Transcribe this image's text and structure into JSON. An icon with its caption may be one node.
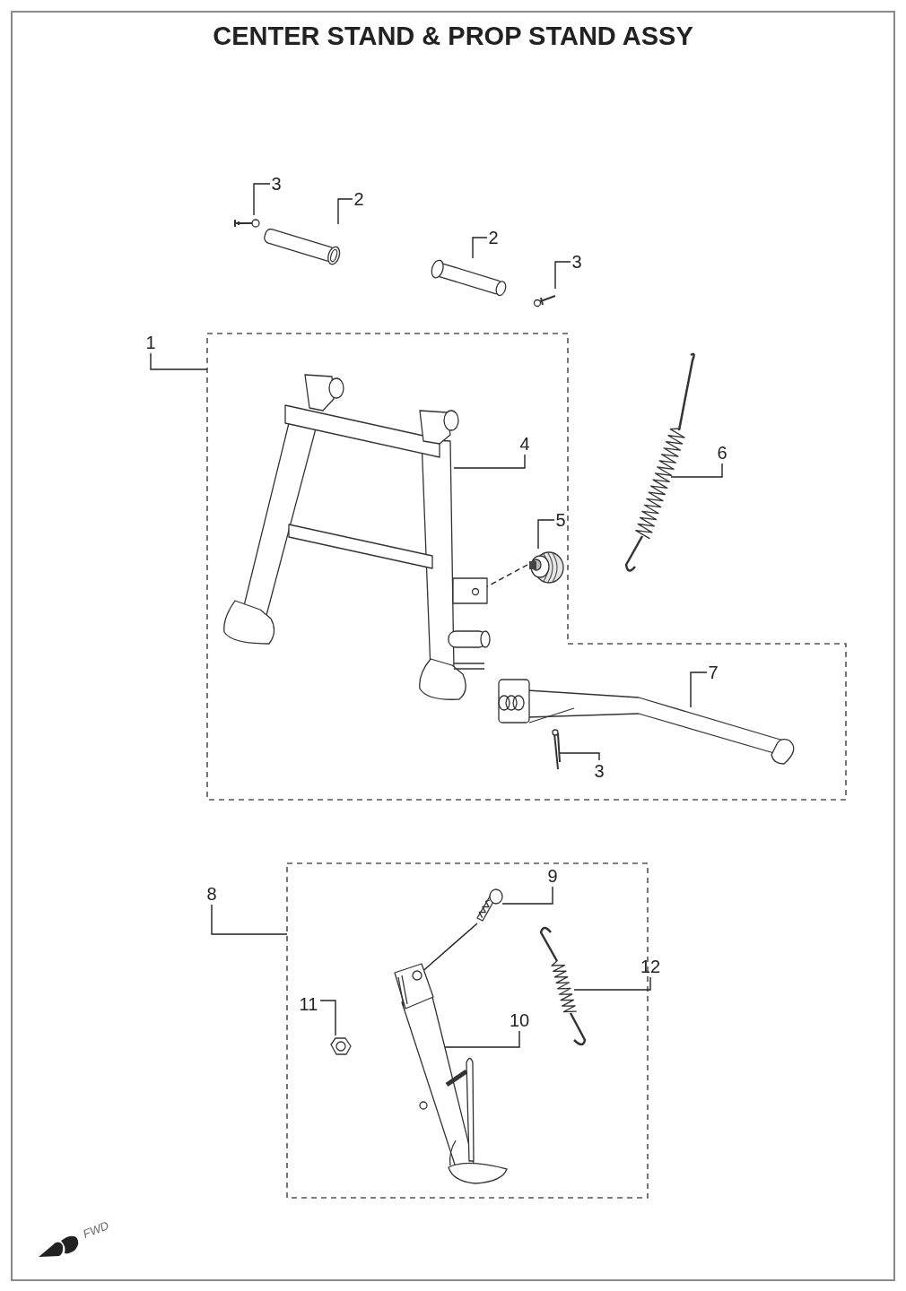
{
  "diagram": {
    "title": "CENTER STAND & PROP STAND ASSY",
    "nodes": [
      {
        "text": [
          "3"
        ]
      },
      {
        "text": [],
        "shape": "picture"
      },
      {
        "text": [
          "2"
        ]
      },
      {
        "text": [],
        "shape": "picture"
      },
      {
        "text": [
          "2"
        ]
      },
      {
        "text": [],
        "shape": "picture"
      },
      {
        "text": [
          "3"
        ]
      },
      {
        "text": [],
        "shape": "picture"
      },
      {
        "text": [
          "1"
        ]
      },
      {
        "text": [],
        "shape": "box"
      },
      {
        "text": [],
        "shape": "picture",
        "in": 9
      },
      {
        "text": [
          "4"
        ],
        "in": 9
      },
      {
        "text": [
          "5"
        ],
        "in": 9
      },
      {
        "text": [],
        "shape": "picture",
        "in": 9
      },
      {
        "text": [
          "6"
        ]
      },
      {
        "text": [],
        "shape": "picture"
      },
      {
        "text": [
          "7"
        ],
        "in": 9
      },
      {
        "text": [],
        "shape": "picture",
        "in": 9
      },
      {
        "text": [
          "3"
        ],
        "in": 9
      },
      {
        "text": [],
        "shape": "picture",
        "in": 9
      },
      {
        "text": [
          "8"
        ]
      },
      {
        "text": [],
        "shape": "box"
      },
      {
        "text": [
          "9"
        ],
        "in": 21
      },
      {
        "text": [],
        "shape": "picture",
        "in": 21
      },
      {
        "text": [
          "12"
        ],
        "in": 21
      },
      {
        "text": [],
        "shape": "picture",
        "in": 21
      },
      {
        "text": [
          "11"
        ],
        "in": 21
      },
      {
        "text": [],
        "shape": "picture",
        "in": 21
      },
      {
        "text": [
          "10"
        ],
        "in": 21
      },
      {
        "text": [],
        "shape": "picture",
        "in": 21
      }
    ],
    "edges": [
      {
        "from": 0,
        "to": 1,
        "arrow": "none"
      },
      {
        "from": 2,
        "to": 3,
        "arrow": "none"
      },
      {
        "from": 4,
        "to": 5,
        "arrow": "none"
      },
      {
        "from": 6,
        "to": 7,
        "arrow": "none"
      },
      {
        "from": 8,
        "to": 9,
        "arrow": "none"
      },
      {
        "from": 11,
        "to": 10,
        "arrow": "none"
      },
      {
        "from": 12,
        "to": 13,
        "arrow": "none"
      },
      {
        "from": 14,
        "to": 15,
        "arrow": "none"
      },
      {
        "from": 16,
        "to": 17,
        "arrow": "none"
      },
      {
        "from": 18,
        "to": 19,
        "arrow": "none"
      },
      {
        "from": 20,
        "to": 21,
        "arrow": "none"
      },
      {
        "from": 22,
        "to": 23,
        "arrow": "none"
      },
      {
        "from": 24,
        "to": 25,
        "arrow": "none"
      },
      {
        "from": 26,
        "to": 27,
        "arrow": "none"
      },
      {
        "from": 28,
        "to": 29,
        "arrow": "none"
      },
      {
        "from": 13,
        "to": 10,
        "arrow": "none",
        "style": "dashed"
      },
      {
        "from": 23,
        "to": 29,
        "arrow": "none"
      }
    ],
    "labels": [
      "FWD"
    ]
  }
}
